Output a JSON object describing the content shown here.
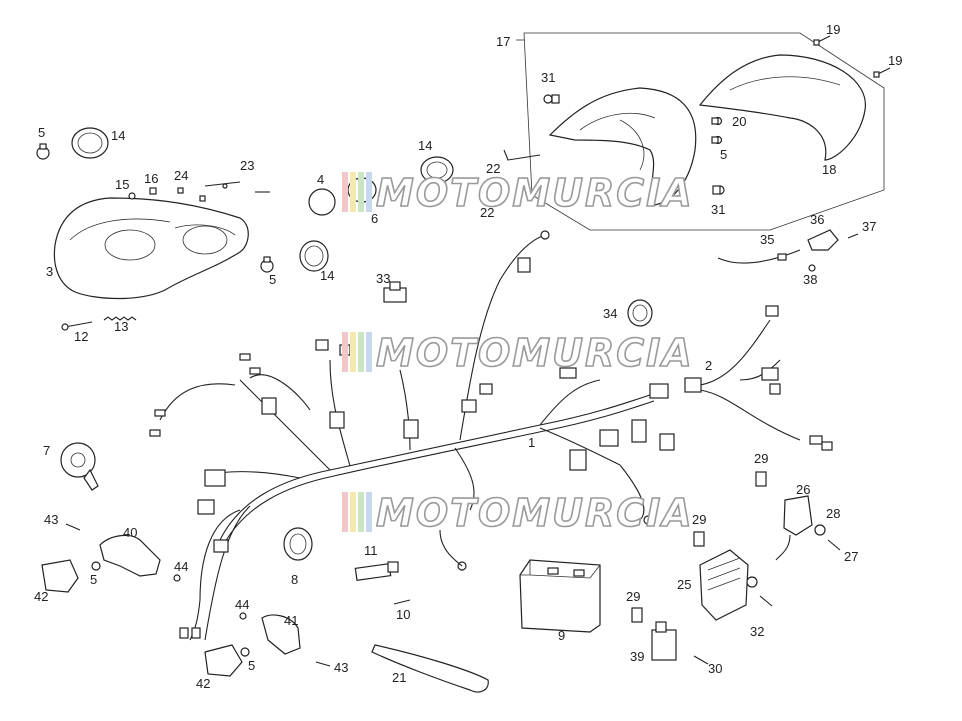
{
  "watermark": {
    "text": "MOTOMURCIA",
    "stripe_colors": [
      "#f3c7c7",
      "#f5e9b0",
      "#c9e5c4",
      "#c8d9ef"
    ]
  },
  "callouts": [
    {
      "id": "c1",
      "text": "1"
    },
    {
      "id": "c2",
      "text": "2"
    },
    {
      "id": "c3",
      "text": "3"
    },
    {
      "id": "c4",
      "text": "4"
    },
    {
      "id": "c5a",
      "text": "5"
    },
    {
      "id": "c5b",
      "text": "5"
    },
    {
      "id": "c5c",
      "text": "5"
    },
    {
      "id": "c5d",
      "text": "5"
    },
    {
      "id": "c5e",
      "text": "5"
    },
    {
      "id": "c6",
      "text": "6"
    },
    {
      "id": "c7",
      "text": "7"
    },
    {
      "id": "c8",
      "text": "8"
    },
    {
      "id": "c9",
      "text": "9"
    },
    {
      "id": "c10",
      "text": "10"
    },
    {
      "id": "c11",
      "text": "11"
    },
    {
      "id": "c12",
      "text": "12"
    },
    {
      "id": "c13",
      "text": "13"
    },
    {
      "id": "c14a",
      "text": "14"
    },
    {
      "id": "c14b",
      "text": "14"
    },
    {
      "id": "c14c",
      "text": "14"
    },
    {
      "id": "c15",
      "text": "15"
    },
    {
      "id": "c16",
      "text": "16"
    },
    {
      "id": "c17",
      "text": "17"
    },
    {
      "id": "c18",
      "text": "18"
    },
    {
      "id": "c19a",
      "text": "19"
    },
    {
      "id": "c19b",
      "text": "19"
    },
    {
      "id": "c20",
      "text": "20"
    },
    {
      "id": "c21",
      "text": "21"
    },
    {
      "id": "c22a",
      "text": "22"
    },
    {
      "id": "c22b",
      "text": "22"
    },
    {
      "id": "c23",
      "text": "23"
    },
    {
      "id": "c24",
      "text": "24"
    },
    {
      "id": "c25",
      "text": "25"
    },
    {
      "id": "c26",
      "text": "26"
    },
    {
      "id": "c27",
      "text": "27"
    },
    {
      "id": "c28",
      "text": "28"
    },
    {
      "id": "c29a",
      "text": "29"
    },
    {
      "id": "c29b",
      "text": "29"
    },
    {
      "id": "c29c",
      "text": "29"
    },
    {
      "id": "c30",
      "text": "30"
    },
    {
      "id": "c31a",
      "text": "31"
    },
    {
      "id": "c31b",
      "text": "31"
    },
    {
      "id": "c32",
      "text": "32"
    },
    {
      "id": "c33",
      "text": "33"
    },
    {
      "id": "c34",
      "text": "34"
    },
    {
      "id": "c35",
      "text": "35"
    },
    {
      "id": "c36",
      "text": "36"
    },
    {
      "id": "c37",
      "text": "37"
    },
    {
      "id": "c38",
      "text": "38"
    },
    {
      "id": "c39",
      "text": "39"
    },
    {
      "id": "c40",
      "text": "40"
    },
    {
      "id": "c41",
      "text": "41"
    },
    {
      "id": "c42a",
      "text": "42"
    },
    {
      "id": "c42b",
      "text": "42"
    },
    {
      "id": "c43a",
      "text": "43"
    },
    {
      "id": "c43b",
      "text": "43"
    },
    {
      "id": "c44a",
      "text": "44"
    },
    {
      "id": "c44b",
      "text": "44"
    }
  ]
}
